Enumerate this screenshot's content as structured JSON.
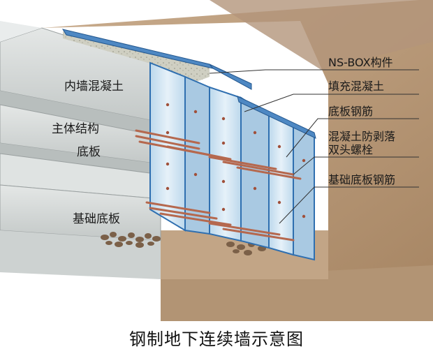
{
  "labels_left": {
    "inner_wall_concrete": "内墙混凝土",
    "main_structure": "主体结构",
    "bottom_slab": "底板",
    "foundation_slab": "基础底板"
  },
  "labels_right": {
    "ns_box": "NS-BOX构件",
    "fill_concrete": "填充混凝土",
    "slab_rebar": "底板钢筋",
    "anti_spall_bolt_line1": "混凝土防剥落",
    "anti_spall_bolt_line2": "双头螺栓",
    "foundation_rebar": "基础底板钢筋"
  },
  "caption": "钢制地下连续墙示意图",
  "colors": {
    "soil": "#b89a7c",
    "soil_dark": "#8c6e52",
    "concrete": "#d7dcdc",
    "steel_panel": "#cfe3f2",
    "steel_edge": "#2f6fb0",
    "fill": "#c9c9bd",
    "rebar": "#b5684e"
  }
}
